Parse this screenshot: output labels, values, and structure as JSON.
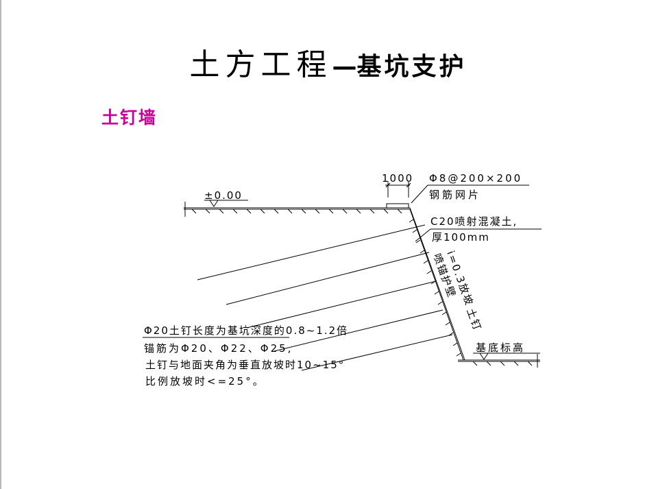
{
  "slide": {
    "title_main": "土方工程",
    "title_dash": "—",
    "title_sub": "基坑支护",
    "subtitle": "土钉墙",
    "subtitle_color": "#cc0099"
  },
  "diagram": {
    "ground_level": "±0.00",
    "offset": "1000",
    "mesh_spec": "Φ8@200×200",
    "mesh_name": "钢筋网片",
    "concrete_line1": "C20喷射混凝土,",
    "concrete_line2": "厚100mm",
    "slope_label": "i=0.3放坡",
    "nail_label": "土钉",
    "wall_label": "喷锚护壁",
    "base_label": "基底标高",
    "note_line1": "Φ20土钉长度为基坑深度的0.8~1.2倍",
    "note_line2": "锚筋为Φ20、Φ22、Φ25,",
    "note_line3": "土钉与地面夹角为垂直放坡时10~15°",
    "note_line4": "比例放坡时<=25°。",
    "line_color": "#000000"
  }
}
